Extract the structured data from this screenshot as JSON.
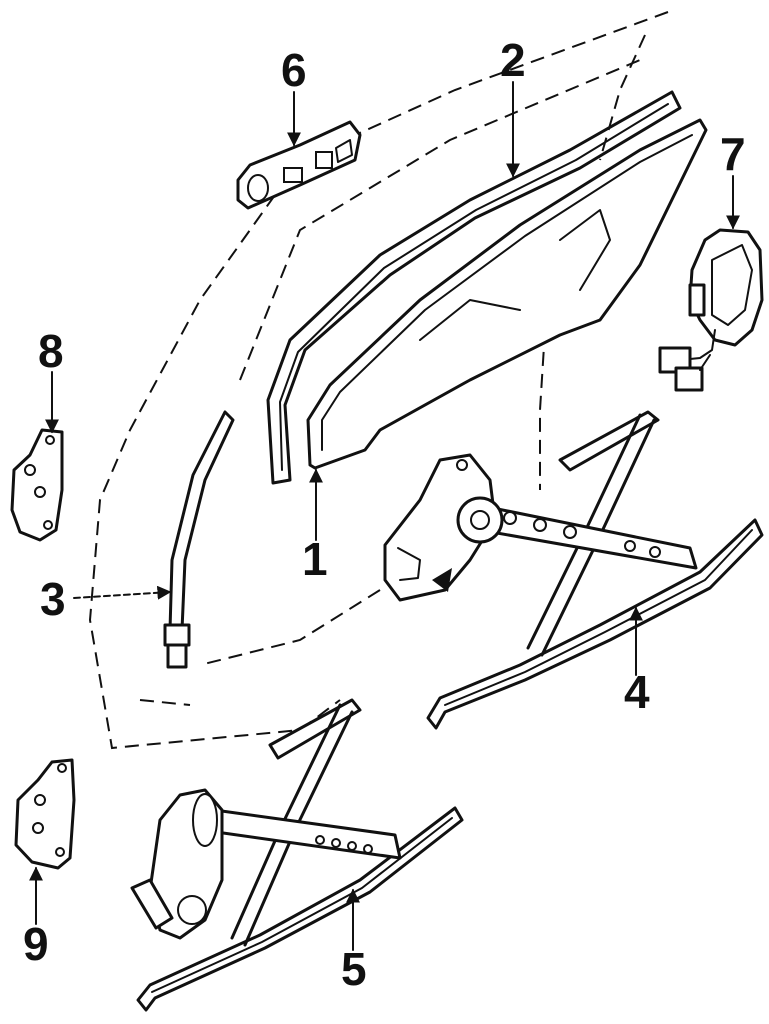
{
  "callouts": [
    {
      "id": "1",
      "text": "1"
    },
    {
      "id": "2",
      "text": "2"
    },
    {
      "id": "3",
      "text": "3"
    },
    {
      "id": "4",
      "text": "4"
    },
    {
      "id": "5",
      "text": "5"
    },
    {
      "id": "6",
      "text": "6"
    },
    {
      "id": "7",
      "text": "7"
    },
    {
      "id": "8",
      "text": "8"
    },
    {
      "id": "9",
      "text": "9"
    }
  ],
  "colors": {
    "ink": "#111111",
    "background": "#ffffff"
  }
}
